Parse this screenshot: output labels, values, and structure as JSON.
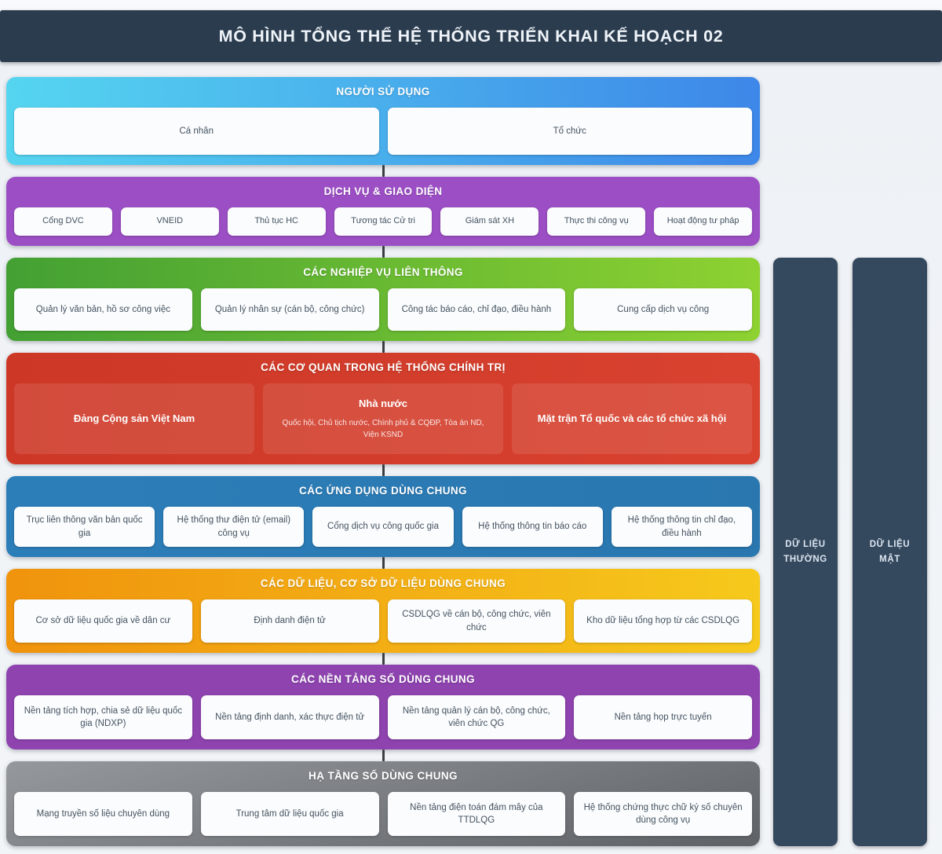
{
  "header": {
    "title": "MÔ HÌNH TỔNG THỂ HỆ THỐNG TRIỂN KHAI KẾ HOẠCH 02",
    "bg": "#2b3c4f",
    "text_color": "#eef3f8"
  },
  "colors": {
    "connector": "#3a3e42",
    "side_bar_bg": "#34485e",
    "box_bg": "#fbfcfe",
    "box_text": "#43525f"
  },
  "bands": [
    {
      "id": "nguoi-su-dung",
      "title": "NGƯỜI SỬ DỤNG",
      "colors": [
        "#55d5f0",
        "#3d87e8"
      ],
      "boxes": [
        {
          "label": "Cá nhân"
        },
        {
          "label": "Tổ chức"
        }
      ]
    },
    {
      "id": "dich-vu-giao-dien",
      "title": "DỊCH VỤ & GIAO DIỆN",
      "colors": [
        "#9c4fc5",
        "#9c4fc5"
      ],
      "boxes": [
        {
          "label": "Cổng DVC"
        },
        {
          "label": "VNEID"
        },
        {
          "label": "Thủ tục HC"
        },
        {
          "label": "Tương tác Cử tri"
        },
        {
          "label": "Giám sát XH"
        },
        {
          "label": "Thực thi công vụ"
        },
        {
          "label": "Hoạt động tư pháp"
        }
      ]
    },
    {
      "id": "cac-nghiep-vu-lien-thong",
      "title": "CÁC NGHIỆP VỤ LIÊN THÔNG",
      "colors": [
        "#43a033",
        "#8ed232"
      ],
      "boxes": [
        {
          "label": "Quản lý văn bản, hồ sơ công việc"
        },
        {
          "label": "Quản lý nhân sự (cán bộ, công chức)"
        },
        {
          "label": "Công tác báo cáo, chỉ đạo, điều hành"
        },
        {
          "label": "Cung cấp dịch vụ công"
        }
      ]
    },
    {
      "id": "cac-co-quan-trong-he-thong-chinh-tri",
      "title": "CÁC CƠ QUAN TRONG HỆ THỐNG CHÍNH TRỊ",
      "colors": [
        "#cd3726",
        "#d8422f"
      ],
      "box_variant": "tinted",
      "boxes": [
        {
          "label": "Đảng Cộng sản Việt Nam"
        },
        {
          "label": "Nhà nước",
          "sublabel": "Quốc hội, Chủ tịch nước, Chính phủ & CQĐP, Tòa án ND, Viện KSND"
        },
        {
          "label": "Mặt trận Tổ quốc và các tổ chức xã hội"
        }
      ]
    },
    {
      "id": "cac-ung-dung-dung-chung",
      "title": "CÁC ỨNG DỤNG DÙNG CHUNG",
      "colors": [
        "#2c7eb9",
        "#2a77b0"
      ],
      "boxes": [
        {
          "label": "Trục liên thông văn bản quốc gia"
        },
        {
          "label": "Hệ thống thư điện tử (email) công vụ"
        },
        {
          "label": "Cổng dịch vụ công quốc gia"
        },
        {
          "label": "Hệ thống thông tin báo cáo"
        },
        {
          "label": "Hệ thống thông tin chỉ đạo, điều hành"
        }
      ]
    },
    {
      "id": "cac-du-lieu-co-so-du-lieu-dung-chung",
      "title": "CÁC DỮ LIỆU, CƠ SỞ DỮ LIỆU DÙNG CHUNG",
      "colors": [
        "#f0930d",
        "#f6c91c"
      ],
      "boxes": [
        {
          "label": "Cơ sở dữ liệu quốc gia về dân cư"
        },
        {
          "label": "Định danh điện tử"
        },
        {
          "label": "CSDLQG về cán bộ, công chức, viên chức"
        },
        {
          "label": "Kho dữ liệu tổng hợp từ các CSDLQG"
        }
      ]
    },
    {
      "id": "cac-nen-tang-so-dung-chung",
      "title": "CÁC NỀN TẢNG SỐ DÙNG CHUNG",
      "colors": [
        "#8e43af",
        "#8e43af"
      ],
      "boxes": [
        {
          "label": "Nền tảng tích hợp, chia sẻ dữ liệu quốc gia (NDXP)"
        },
        {
          "label": "Nền tảng định danh, xác thực điện tử"
        },
        {
          "label": "Nền tảng quản lý cán bộ, công chức, viên chức QG"
        },
        {
          "label": "Nền tảng họp trực tuyến"
        }
      ]
    },
    {
      "id": "ha-tang-so-dung-chung",
      "title": "HẠ TẦNG SỐ DÙNG CHUNG",
      "colors": [
        "#95999d",
        "#5e6266"
      ],
      "boxes": [
        {
          "label": "Mạng truyền số liệu chuyên dùng"
        },
        {
          "label": "Trung tâm dữ liệu quốc gia"
        },
        {
          "label": "Nền tảng điện toán đám mây của TTDLQG"
        },
        {
          "label": "Hệ thống chứng thực chữ ký số chuyên dùng công vụ"
        }
      ]
    }
  ],
  "side_bars": [
    {
      "id": "du-lieu-thuong",
      "label": "DỮ LIỆU THƯỜNG"
    },
    {
      "id": "du-lieu-mat",
      "label": "DỮ LIỆU MẬT"
    }
  ]
}
